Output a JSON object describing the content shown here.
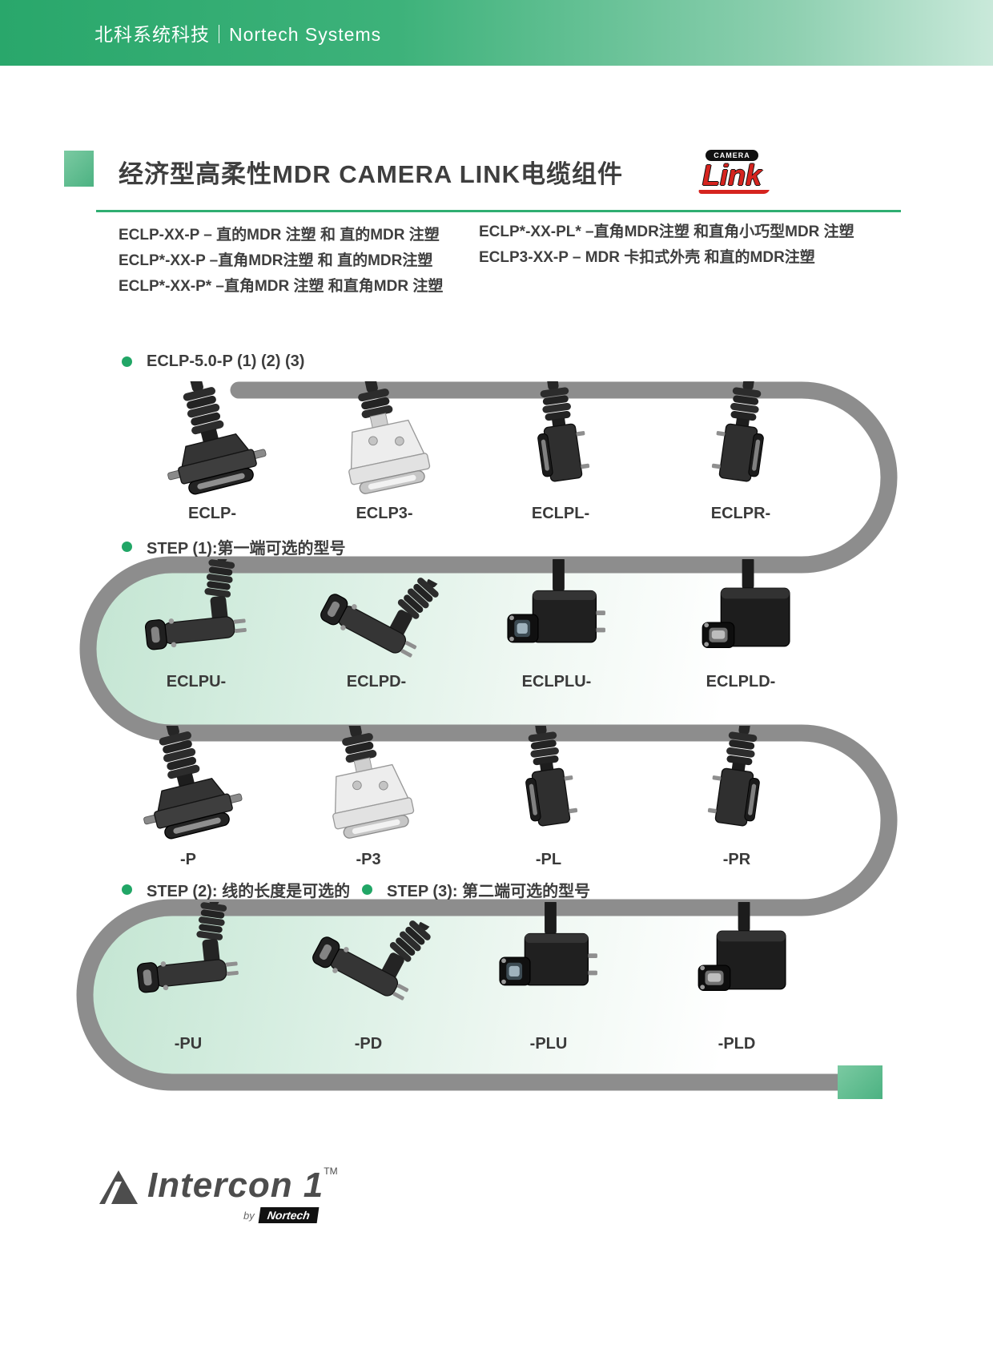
{
  "colors": {
    "brand_green": "#2fae72",
    "band_green": "#c3e5d2",
    "cable_gray": "#8d8d8d",
    "text_dark": "#3d3d3d",
    "logo_red": "#d6241f"
  },
  "header": {
    "brand": "北科系统科技｜Nortech Systems"
  },
  "title": {
    "text": "经济型高柔性MDR CAMERA LINK电缆组件"
  },
  "camera_link_logo": {
    "top": "CAMERA",
    "main": "Link"
  },
  "descriptions": {
    "col1": [
      "ECLP-XX-P – 直的MDR 注塑 和 直的MDR 注塑",
      "ECLP*-XX-P –直角MDR注塑 和 直的MDR注塑",
      "ECLP*-XX-P* –直角MDR 注塑 和直角MDR 注塑"
    ],
    "col2": [
      "ECLP*-XX-PL* –直角MDR注塑 和直角小巧型MDR 注塑",
      "ECLP3-XX-P – MDR 卡扣式外壳 和直的MDR注塑"
    ]
  },
  "bullets": {
    "model": "ECLP-5.0-P (1) (2) (3)",
    "step1": "STEP (1):第一端可选的型号",
    "step2": "STEP (2): 线的长度是可选的",
    "step3": "STEP (3): 第二端可选的型号"
  },
  "rows": {
    "row1": {
      "labels": [
        "ECLP-",
        "ECLP3-",
        "ECLPL-",
        "ECLPR-"
      ]
    },
    "row2": {
      "labels": [
        "ECLPU-",
        "ECLPD-",
        "ECLPLU-",
        "ECLPLD-"
      ]
    },
    "row3": {
      "labels": [
        "-P",
        "-P3",
        "-PL",
        "-PR"
      ]
    },
    "row4": {
      "labels": [
        "-PU",
        "-PD",
        "-PLU",
        "-PLD"
      ]
    }
  },
  "footer": {
    "brand": "Intercon 1",
    "tm": "TM",
    "byline_by": "by",
    "byline_brand": "Nortech"
  }
}
